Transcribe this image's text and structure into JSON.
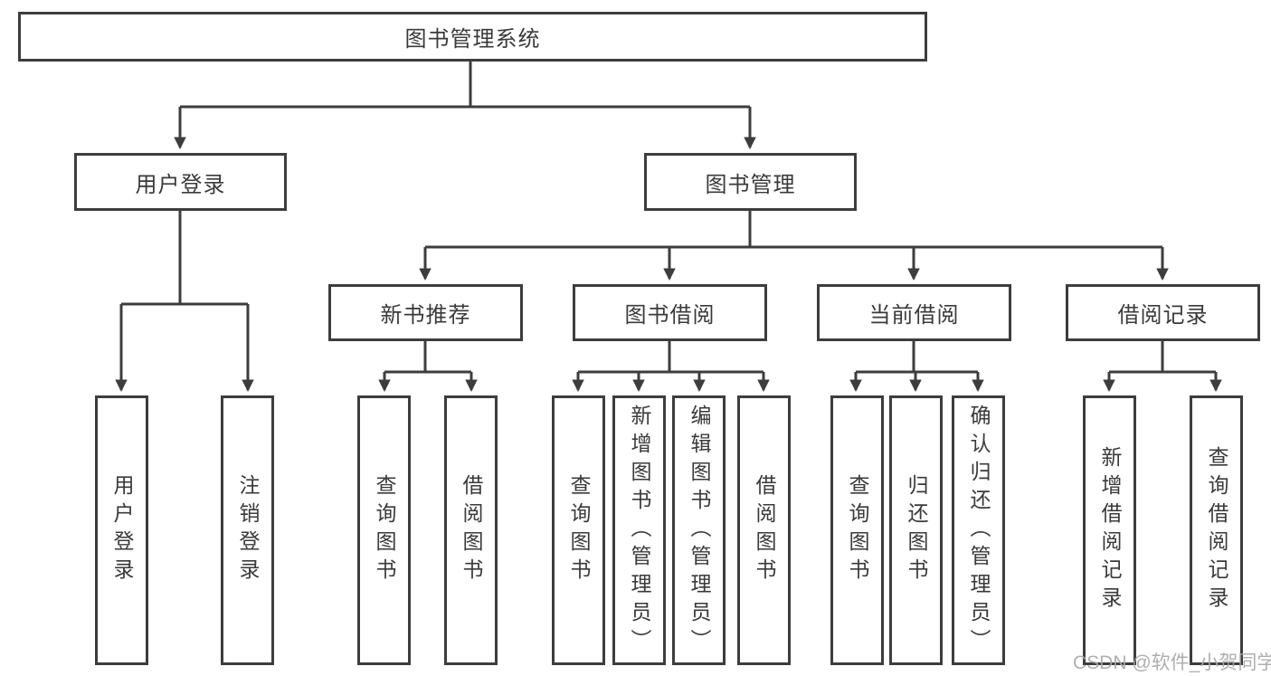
{
  "nodes": {
    "root": "图书管理系统",
    "level2": [
      "用户登录",
      "图书管理"
    ],
    "level3": [
      "新书推荐",
      "图书借阅",
      "当前借阅",
      "借阅记录"
    ],
    "leaves_user": [
      "用户登录",
      "注销登录"
    ],
    "leaves_newbook": [
      "查询图书",
      "借阅图书"
    ],
    "leaves_borrow": [
      "查询图书",
      "新增图书（管理员）",
      "编辑图书（管理员）",
      "借阅图书"
    ],
    "leaves_current": [
      "查询图书",
      "归还图书",
      "确认归还（管理员）"
    ],
    "leaves_records": [
      "新增借阅记录",
      "查询借阅记录"
    ]
  },
  "watermark": "CSDN @软件_小贺同学",
  "colors": {
    "line": "#3d3d3d",
    "text": "#3a3a3a",
    "watermark": "#a8a8a8",
    "background": "#ffffff"
  }
}
